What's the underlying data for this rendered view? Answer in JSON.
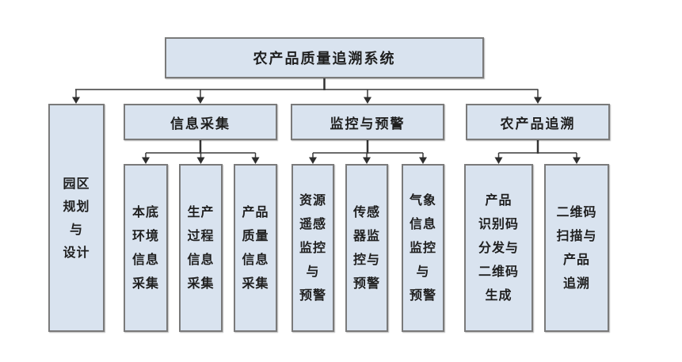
{
  "colors": {
    "box_fill": "#d9e3ef",
    "box_border": "#7a7a7a",
    "connector": "#3a3a3a",
    "text": "#1f1f1f",
    "background": "#ffffff"
  },
  "tree": {
    "root": {
      "label": "农产品质量追溯系统"
    },
    "branches": [
      {
        "label": "园区\n规划\n与\n设计",
        "children": []
      },
      {
        "label": "信息采集",
        "children": [
          {
            "label": "本底\n环境\n信息\n采集"
          },
          {
            "label": "生产\n过程\n信息\n采集"
          },
          {
            "label": "产品\n质量\n信息\n采集"
          }
        ]
      },
      {
        "label": "监控与预警",
        "children": [
          {
            "label": "资源\n遥感\n监控\n与\n预警"
          },
          {
            "label": "传感\n器监\n控与\n预警"
          },
          {
            "label": "气象\n信息\n监控\n与\n预警"
          }
        ]
      },
      {
        "label": "农产品追溯",
        "children": [
          {
            "label": "产品\n识别码\n分发与\n二维码\n生成"
          },
          {
            "label": "二维码\n扫描与\n产品\n追溯"
          }
        ]
      }
    ]
  }
}
